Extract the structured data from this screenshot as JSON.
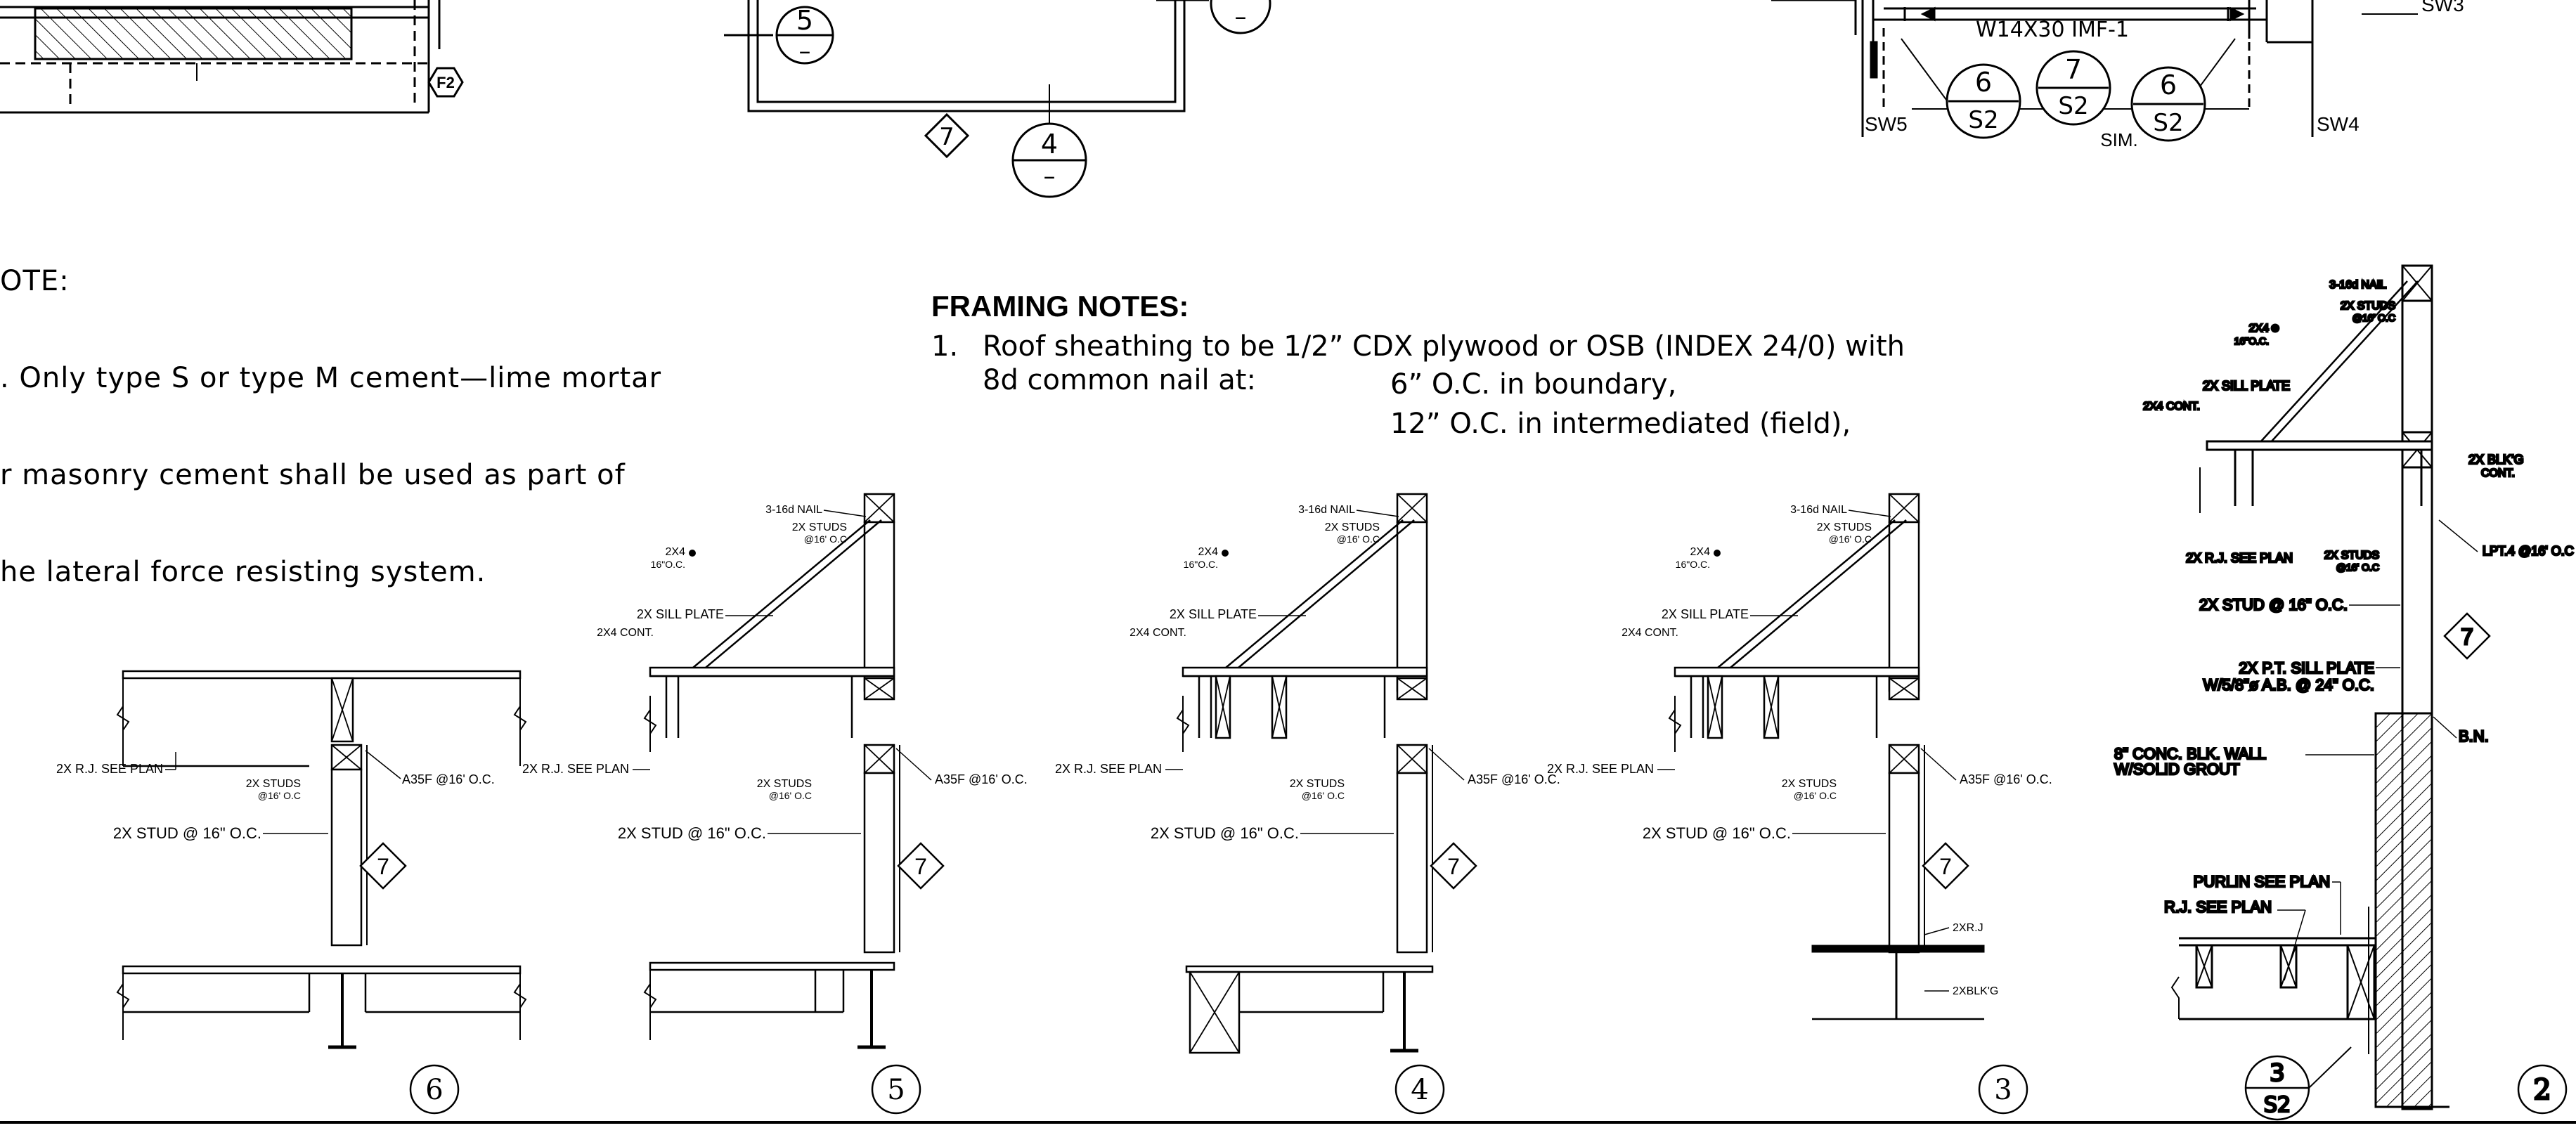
{
  "masonry_note": {
    "title": "OTE:",
    "lines": [
      ". Only type S or type M cement—lime mortar",
      "r masonry cement shall be used as part of",
      "he lateral force resisting system."
    ]
  },
  "framing_notes": {
    "title": "FRAMING NOTES:",
    "item_number": "1.",
    "line1": "Roof sheathing to be 1/2” CDX plywood or OSB (INDEX 24/0) with",
    "line2_left": "8d common nail at:",
    "line2_right": "6” O.C. in boundary,",
    "line3": "12” O.C. in intermediated (field),"
  },
  "top_plan": {
    "tag_f2": "F2",
    "bubble_5": {
      "num": "5",
      "sheet": "–"
    },
    "bubble_4": {
      "num": "4",
      "sheet": "–"
    },
    "bubble_partial": {
      "sheet": "–"
    },
    "diamond_7": "7",
    "beam_label": "W14X30 IMF-1",
    "bubbles_s2": [
      {
        "num": "6",
        "sheet": "S2"
      },
      {
        "num": "7",
        "sheet": "S2"
      },
      {
        "num": "6",
        "sheet": "S2"
      }
    ],
    "sim": "SIM.",
    "sw5": "SW5",
    "sw4": "SW4",
    "sw3": "SW3"
  },
  "details": {
    "labels": {
      "nail": "3-16d NAIL",
      "studs_top_1": "2X STUDS",
      "studs_top_2": "@16' O.C",
      "brace_1": "2X4",
      "brace_2": "16\"O.C.",
      "sill": "2X SILL PLATE",
      "cont": "2X4 CONT.",
      "rj": "2X R.J. SEE PLAN",
      "studs_low_1": "2X STUDS",
      "studs_low_2": "@16' O.C",
      "a35f": "A35F @16' O.C.",
      "stud": "2X STUD @ 16\" O.C.",
      "diamond": "7"
    },
    "d6": {
      "number": "6"
    },
    "d5": {
      "number": "5"
    },
    "d4": {
      "number": "4"
    },
    "d3": {
      "number": "3",
      "rj": "2XR.J",
      "blkg": "2XBLK'G"
    },
    "d2": {
      "number": "2",
      "blkg": "2X BLK'G",
      "blkg_2": "CONT.",
      "lpt": "LPT.4 @16' O.C",
      "sill_pt": "2X P.T. SILL PLATE",
      "anchor": "W/5/8\"ø A.B. @ 24\" O.C.",
      "bn": "B.N.",
      "wall_1": "8\" CONC. BLK. WALL",
      "wall_2": "W/SOLID GROUT",
      "purlin": "PURLIN SEE PLAN",
      "rj": "R.J. SEE PLAN",
      "callout": {
        "num": "3",
        "sheet": "S2"
      }
    }
  }
}
